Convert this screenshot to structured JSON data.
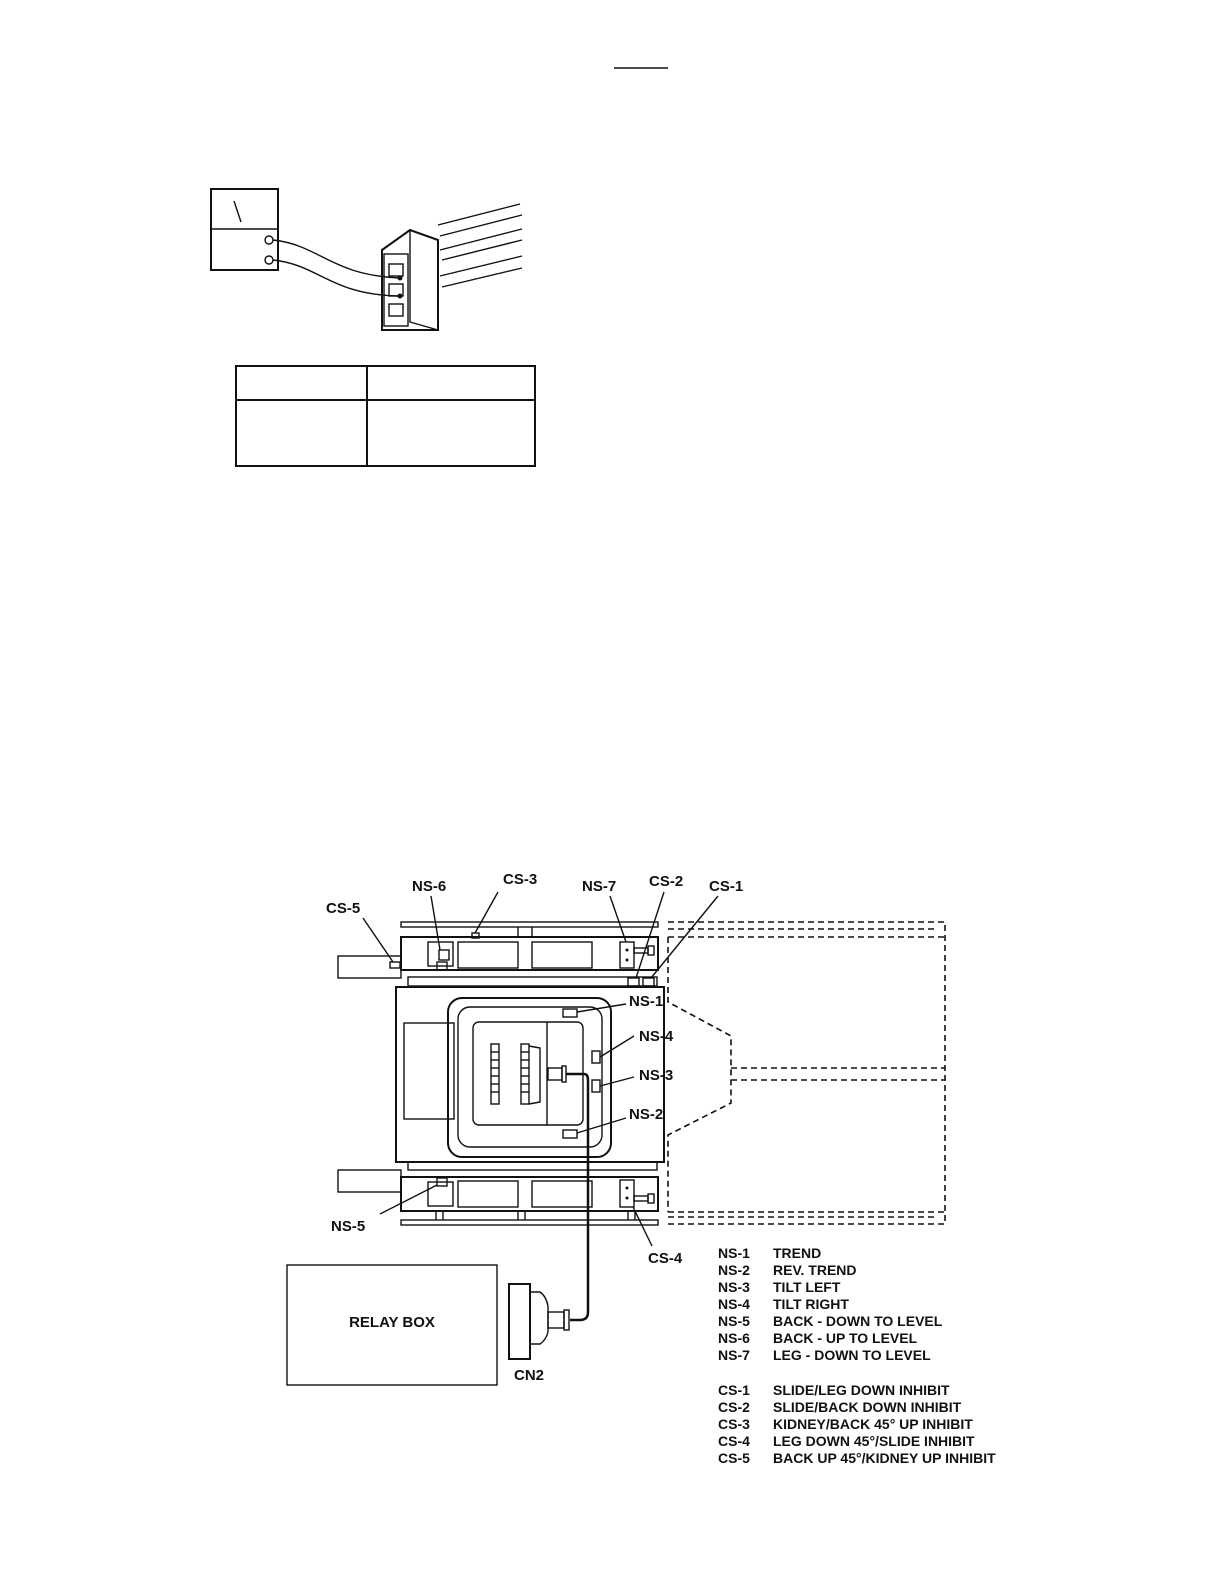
{
  "diagram": {
    "callouts": {
      "cs5": "CS-5",
      "ns6": "NS-6",
      "cs3": "CS-3",
      "ns7": "NS-7",
      "cs2": "CS-2",
      "cs1": "CS-1",
      "ns1": "NS-1",
      "ns4": "NS-4",
      "ns3": "NS-3",
      "ns2": "NS-2",
      "ns5": "NS-5",
      "cs4": "CS-4"
    },
    "relay_box": "RELAY BOX",
    "cn2": "CN2",
    "legend": {
      "ns": [
        {
          "code": "NS-1",
          "desc": "TREND"
        },
        {
          "code": "NS-2",
          "desc": "REV. TREND"
        },
        {
          "code": "NS-3",
          "desc": "TILT LEFT"
        },
        {
          "code": "NS-4",
          "desc": "TILT RIGHT"
        },
        {
          "code": "NS-5",
          "desc": "BACK - DOWN TO LEVEL"
        },
        {
          "code": "NS-6",
          "desc": "BACK - UP TO LEVEL"
        },
        {
          "code": "NS-7",
          "desc": "LEG - DOWN TO LEVEL"
        }
      ],
      "cs": [
        {
          "code": "CS-1",
          "desc": "SLIDE/LEG DOWN INHIBIT"
        },
        {
          "code": "CS-2",
          "desc": "SLIDE/BACK DOWN INHIBIT"
        },
        {
          "code": "CS-3",
          "desc": "KIDNEY/BACK 45° UP INHIBIT"
        },
        {
          "code": "CS-4",
          "desc": "LEG DOWN 45°/SLIDE INHIBIT"
        },
        {
          "code": "CS-5",
          "desc": "BACK UP 45°/KIDNEY UP INHIBIT"
        }
      ]
    }
  }
}
